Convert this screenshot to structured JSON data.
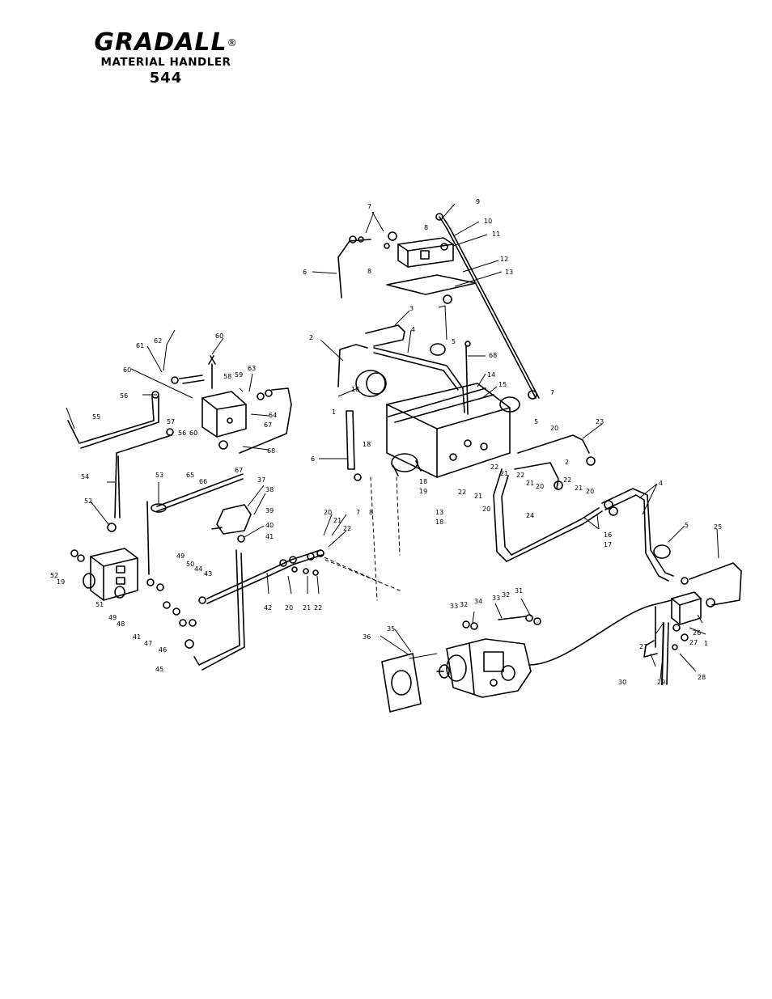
{
  "header": {
    "brand": "GRADALL",
    "reg": "®",
    "subtitle": "MATERIAL HANDLER",
    "model": "544"
  },
  "callouts": [
    "1",
    "2",
    "3",
    "4",
    "5",
    "6",
    "7",
    "8",
    "9",
    "10",
    "11",
    "12",
    "13",
    "14",
    "15",
    "16",
    "17",
    "18",
    "19",
    "20",
    "21",
    "22",
    "23",
    "25",
    "26",
    "27",
    "28",
    "29",
    "30",
    "31",
    "32",
    "33",
    "34",
    "35",
    "36",
    "37",
    "38",
    "39",
    "40",
    "41",
    "42",
    "43",
    "44",
    "45",
    "46",
    "47",
    "48",
    "49",
    "50",
    "51",
    "52",
    "53",
    "54",
    "55",
    "56",
    "57",
    "58",
    "59",
    "60",
    "61",
    "62",
    "63",
    "64",
    "65",
    "66",
    "67",
    "68"
  ]
}
